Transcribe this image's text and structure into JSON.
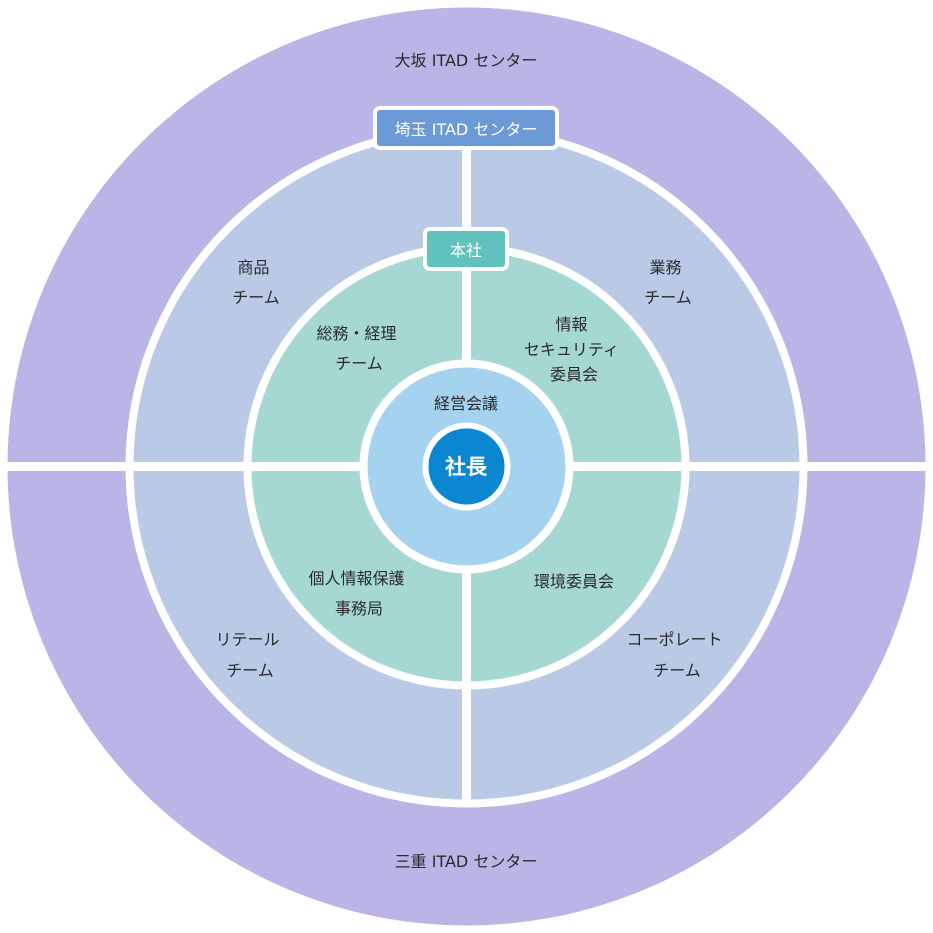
{
  "colors": {
    "outer_ring": "#b9b5e6",
    "middle_ring": "#b9c9e6",
    "inner_ring": "#a5d8d3",
    "core": "#a5d2ef",
    "center": "#0b86d0",
    "saitama_tag": "#6b9ad6",
    "honsha_tag": "#5fc2bd",
    "divider": "#ffffff"
  },
  "outer": {
    "top_label": "大坂 ITAD センター",
    "bottom_label": "三重 ITAD センター"
  },
  "middle": {
    "tag": "埼玉 ITAD センター",
    "quadrants": {
      "top_left": [
        "商品",
        "チーム"
      ],
      "top_right": [
        "業務",
        "チーム"
      ],
      "bottom_left": [
        "リテール",
        "チーム"
      ],
      "bottom_right": [
        "コーポレート",
        "チーム"
      ]
    }
  },
  "inner": {
    "tag": "本社",
    "quadrants": {
      "top_left": [
        "総務・経理",
        "チーム"
      ],
      "top_right": [
        "情報",
        "セキュリティ",
        "委員会"
      ],
      "bottom_left": [
        "個人情報保護",
        "事務局"
      ],
      "bottom_right": [
        "環境委員会"
      ]
    }
  },
  "core": {
    "label": "経営会議"
  },
  "center": {
    "label": "社長"
  }
}
